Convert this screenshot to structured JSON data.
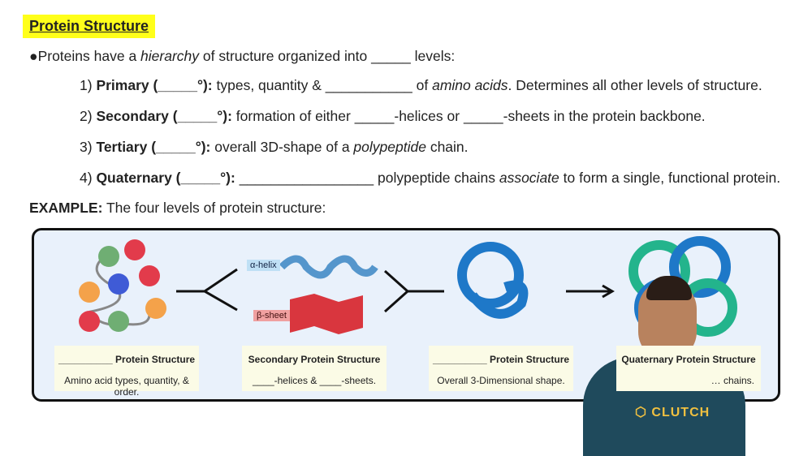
{
  "title": "Protein Structure",
  "intro": {
    "bullet": "●",
    "a": "Proteins have a ",
    "em": "hierarchy",
    "b": " of structure organized into _____ levels:"
  },
  "levels": [
    {
      "n": "1) ",
      "name": "Primary (_____°):",
      "rest": " types, quantity & ___________ of ",
      "em": "amino acids",
      "rest2": ". Determines all other levels of structure."
    },
    {
      "n": "2) ",
      "name": "Secondary (_____°):",
      "rest": " formation of either _____-helices or _____-sheets in the protein backbone.",
      "em": "",
      "rest2": ""
    },
    {
      "n": "3) ",
      "name": "Tertiary (_____°):",
      "rest": " overall 3D-shape of a ",
      "em": "polypeptide",
      "rest2": " chain."
    },
    {
      "n": "4) ",
      "name": "Quaternary (_____°):",
      "rest": " _________________ polypeptide chains ",
      "em": "associate",
      "rest2": " to form a single, functional protein."
    }
  ],
  "example": {
    "label": "EXAMPLE:",
    "text": " The four levels of protein structure:"
  },
  "diagram": {
    "alpha_tag": "α-helix",
    "beta_tag": "β-sheet",
    "cards": [
      {
        "h": "__________ Protein Structure",
        "s": "Amino acid types, quantity, & order."
      },
      {
        "h": "Secondary Protein Structure",
        "s": "____-helices & ____-sheets."
      },
      {
        "h": "__________ Protein Structure",
        "s": "Overall 3-Dimensional shape."
      },
      {
        "h": "Quaternary Protein Structure",
        "s": "… chains."
      }
    ]
  },
  "presenter": {
    "logo": "CLUTCH"
  },
  "colors": {
    "highlight": "#ffff1a",
    "panel": "#e9f1fb",
    "card": "#fbfbe6",
    "shirt": "#1f4a5c"
  }
}
